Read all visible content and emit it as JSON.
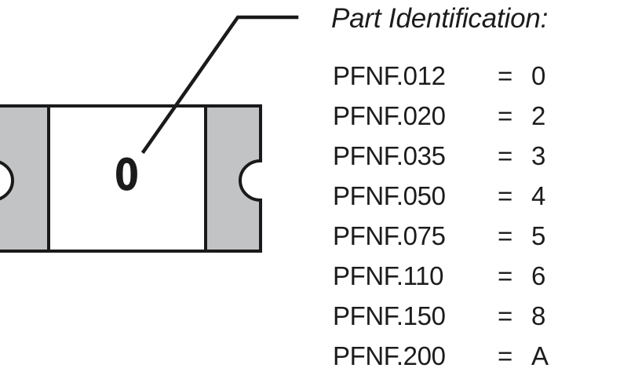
{
  "figure": {
    "component": {
      "marking": "0",
      "marking_icon": "chip-marking-code",
      "body_color": "#ffffff",
      "terminal_color": "#c2c3c4",
      "outline_color": "#1a1a1a",
      "notch_icon": "semicircular-notch"
    },
    "leader_line": {
      "icon": "leader-line",
      "color": "#1a1a1a"
    }
  },
  "part_identification": {
    "title": "Part Identification:",
    "separator": "=",
    "rows": [
      {
        "code": "PFNF.012",
        "value": "0"
      },
      {
        "code": "PFNF.020",
        "value": "2"
      },
      {
        "code": "PFNF.035",
        "value": "3"
      },
      {
        "code": "PFNF.050",
        "value": "4"
      },
      {
        "code": "PFNF.075",
        "value": "5"
      },
      {
        "code": "PFNF.110",
        "value": "6"
      },
      {
        "code": "PFNF.150",
        "value": "8"
      },
      {
        "code": "PFNF.200",
        "value": "A"
      }
    ]
  }
}
